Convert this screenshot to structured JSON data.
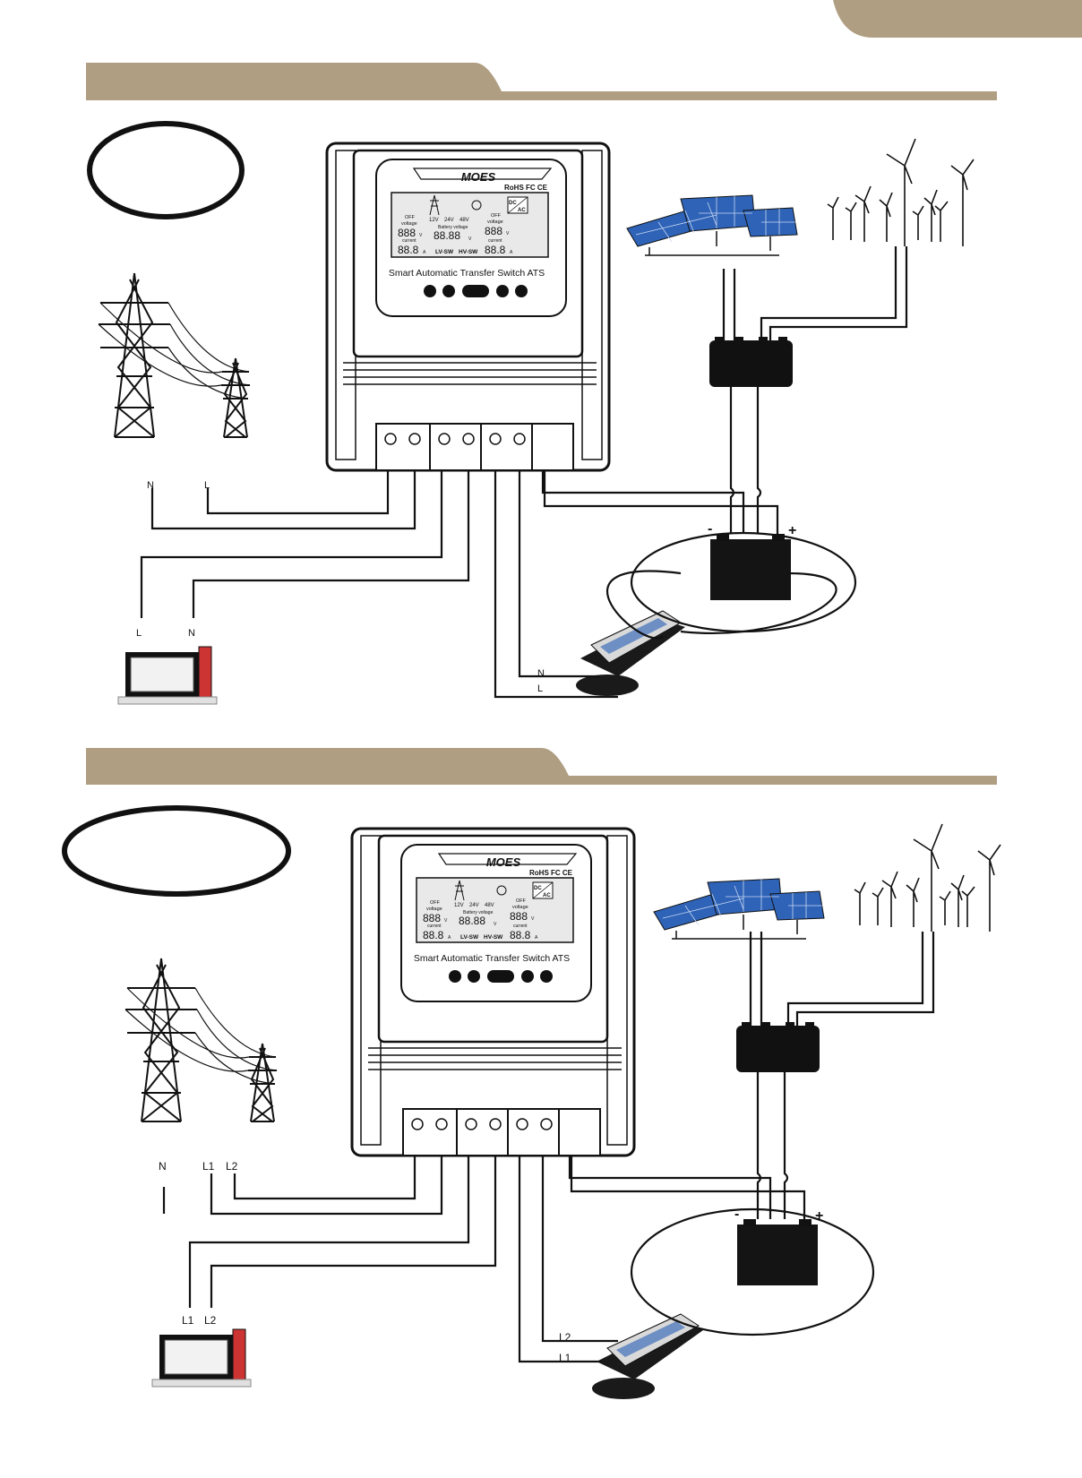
{
  "brand": {
    "logo_text": "MOES",
    "cert_marks": "RoHS FC CE",
    "product_name": "Smart Automatic Transfer Switch ATS"
  },
  "lcd": {
    "off_left": "OFF",
    "voltage_left": "voltage",
    "digits_left": "888",
    "unit_v": "V",
    "volt_12": "12V",
    "volt_24": "24V",
    "volt_48": "48V",
    "battery_voltage": "Battery voltage",
    "digits_center": "88.88",
    "off_right": "OFF",
    "voltage_right": "voltage",
    "digits_right": "888",
    "current_left": "current",
    "digits_current_left": "88.8",
    "unit_a": "A",
    "lv_sw": "LV-SW",
    "hv_sw": "HV-SW",
    "current_right": "current",
    "digits_current_right": "88.8",
    "dc_label": "DC",
    "ac_label": "AC"
  },
  "diagram_top": {
    "grid_wire_labels": [
      "N",
      "L"
    ],
    "load_wire_labels": [
      "L",
      "N"
    ],
    "inverter_wire_labels": [
      "N",
      "L"
    ],
    "battery_minus": "-",
    "battery_plus": "+"
  },
  "diagram_bottom": {
    "grid_wire_labels": [
      "N",
      "L1",
      "L2"
    ],
    "load_wire_labels": [
      "L1",
      "L2"
    ],
    "inverter_wire_labels": [
      "L2",
      "L1"
    ],
    "battery_minus": "-",
    "battery_plus": "+"
  },
  "colors": {
    "banner": "#b09e83",
    "line": "#111111",
    "device_fill": "#ffffff",
    "screen_fill": "#e9e9e9",
    "solar_blue": "#2e63b8",
    "battery_fill": "#141414"
  }
}
